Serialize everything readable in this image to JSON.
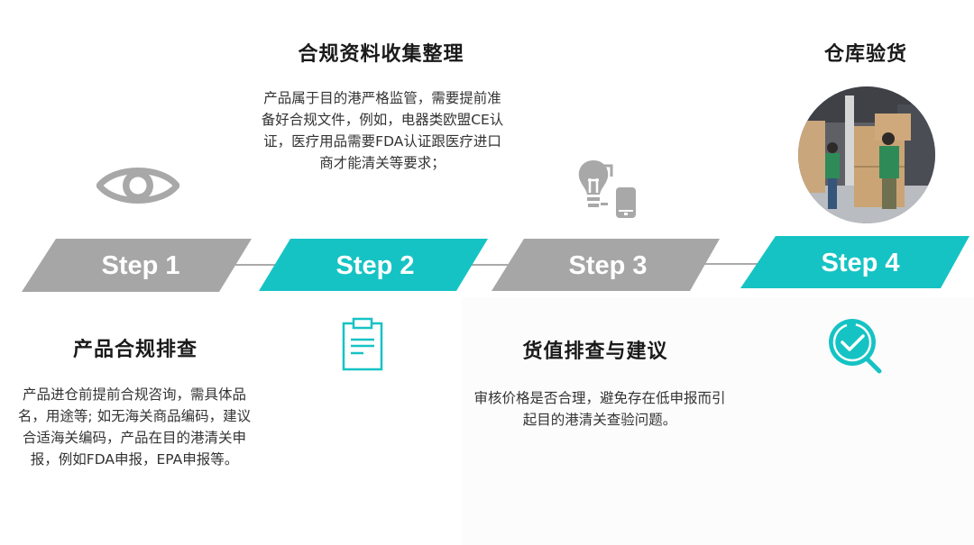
{
  "colors": {
    "teal": "#16c3c4",
    "gray": "#a6a6a6",
    "connector": "#8e8e8e",
    "text_dark": "#1a1a1a",
    "text_body": "#333333",
    "icon_gray": "#a8a8a8"
  },
  "steps": [
    {
      "label": "Step 1",
      "color": "gray",
      "title": "产品合规排查",
      "description": "产品进仓前提前合规咨询，需具体品名，用途等; 如无海关商品编码，建议合适海关编码，产品在目的港清关申报，例如FDA申报，EPA申报等。",
      "icon": "eye-icon",
      "title_position": "below"
    },
    {
      "label": "Step 2",
      "color": "teal",
      "title": "合规资料收集整理",
      "description": "产品属于目的港严格监管，需要提前准备好合规文件，例如，电器类欧盟CE认证，医疗用品需要FDA认证跟医疗进口商才能清关等要求；",
      "icon": "clipboard-icon",
      "title_position": "above"
    },
    {
      "label": "Step 3",
      "color": "gray",
      "title": "货值排查与建议",
      "description": "审核价格是否合理，避免存在低申报而引起目的港清关查验问题。",
      "icon": "lightbulb-phone-icon",
      "title_position": "below"
    },
    {
      "label": "Step 4",
      "color": "teal",
      "title": "仓库验货",
      "description": "",
      "icon": "magnifier-check-icon",
      "photo": "warehouse-inspection-photo",
      "title_position": "above"
    }
  ]
}
